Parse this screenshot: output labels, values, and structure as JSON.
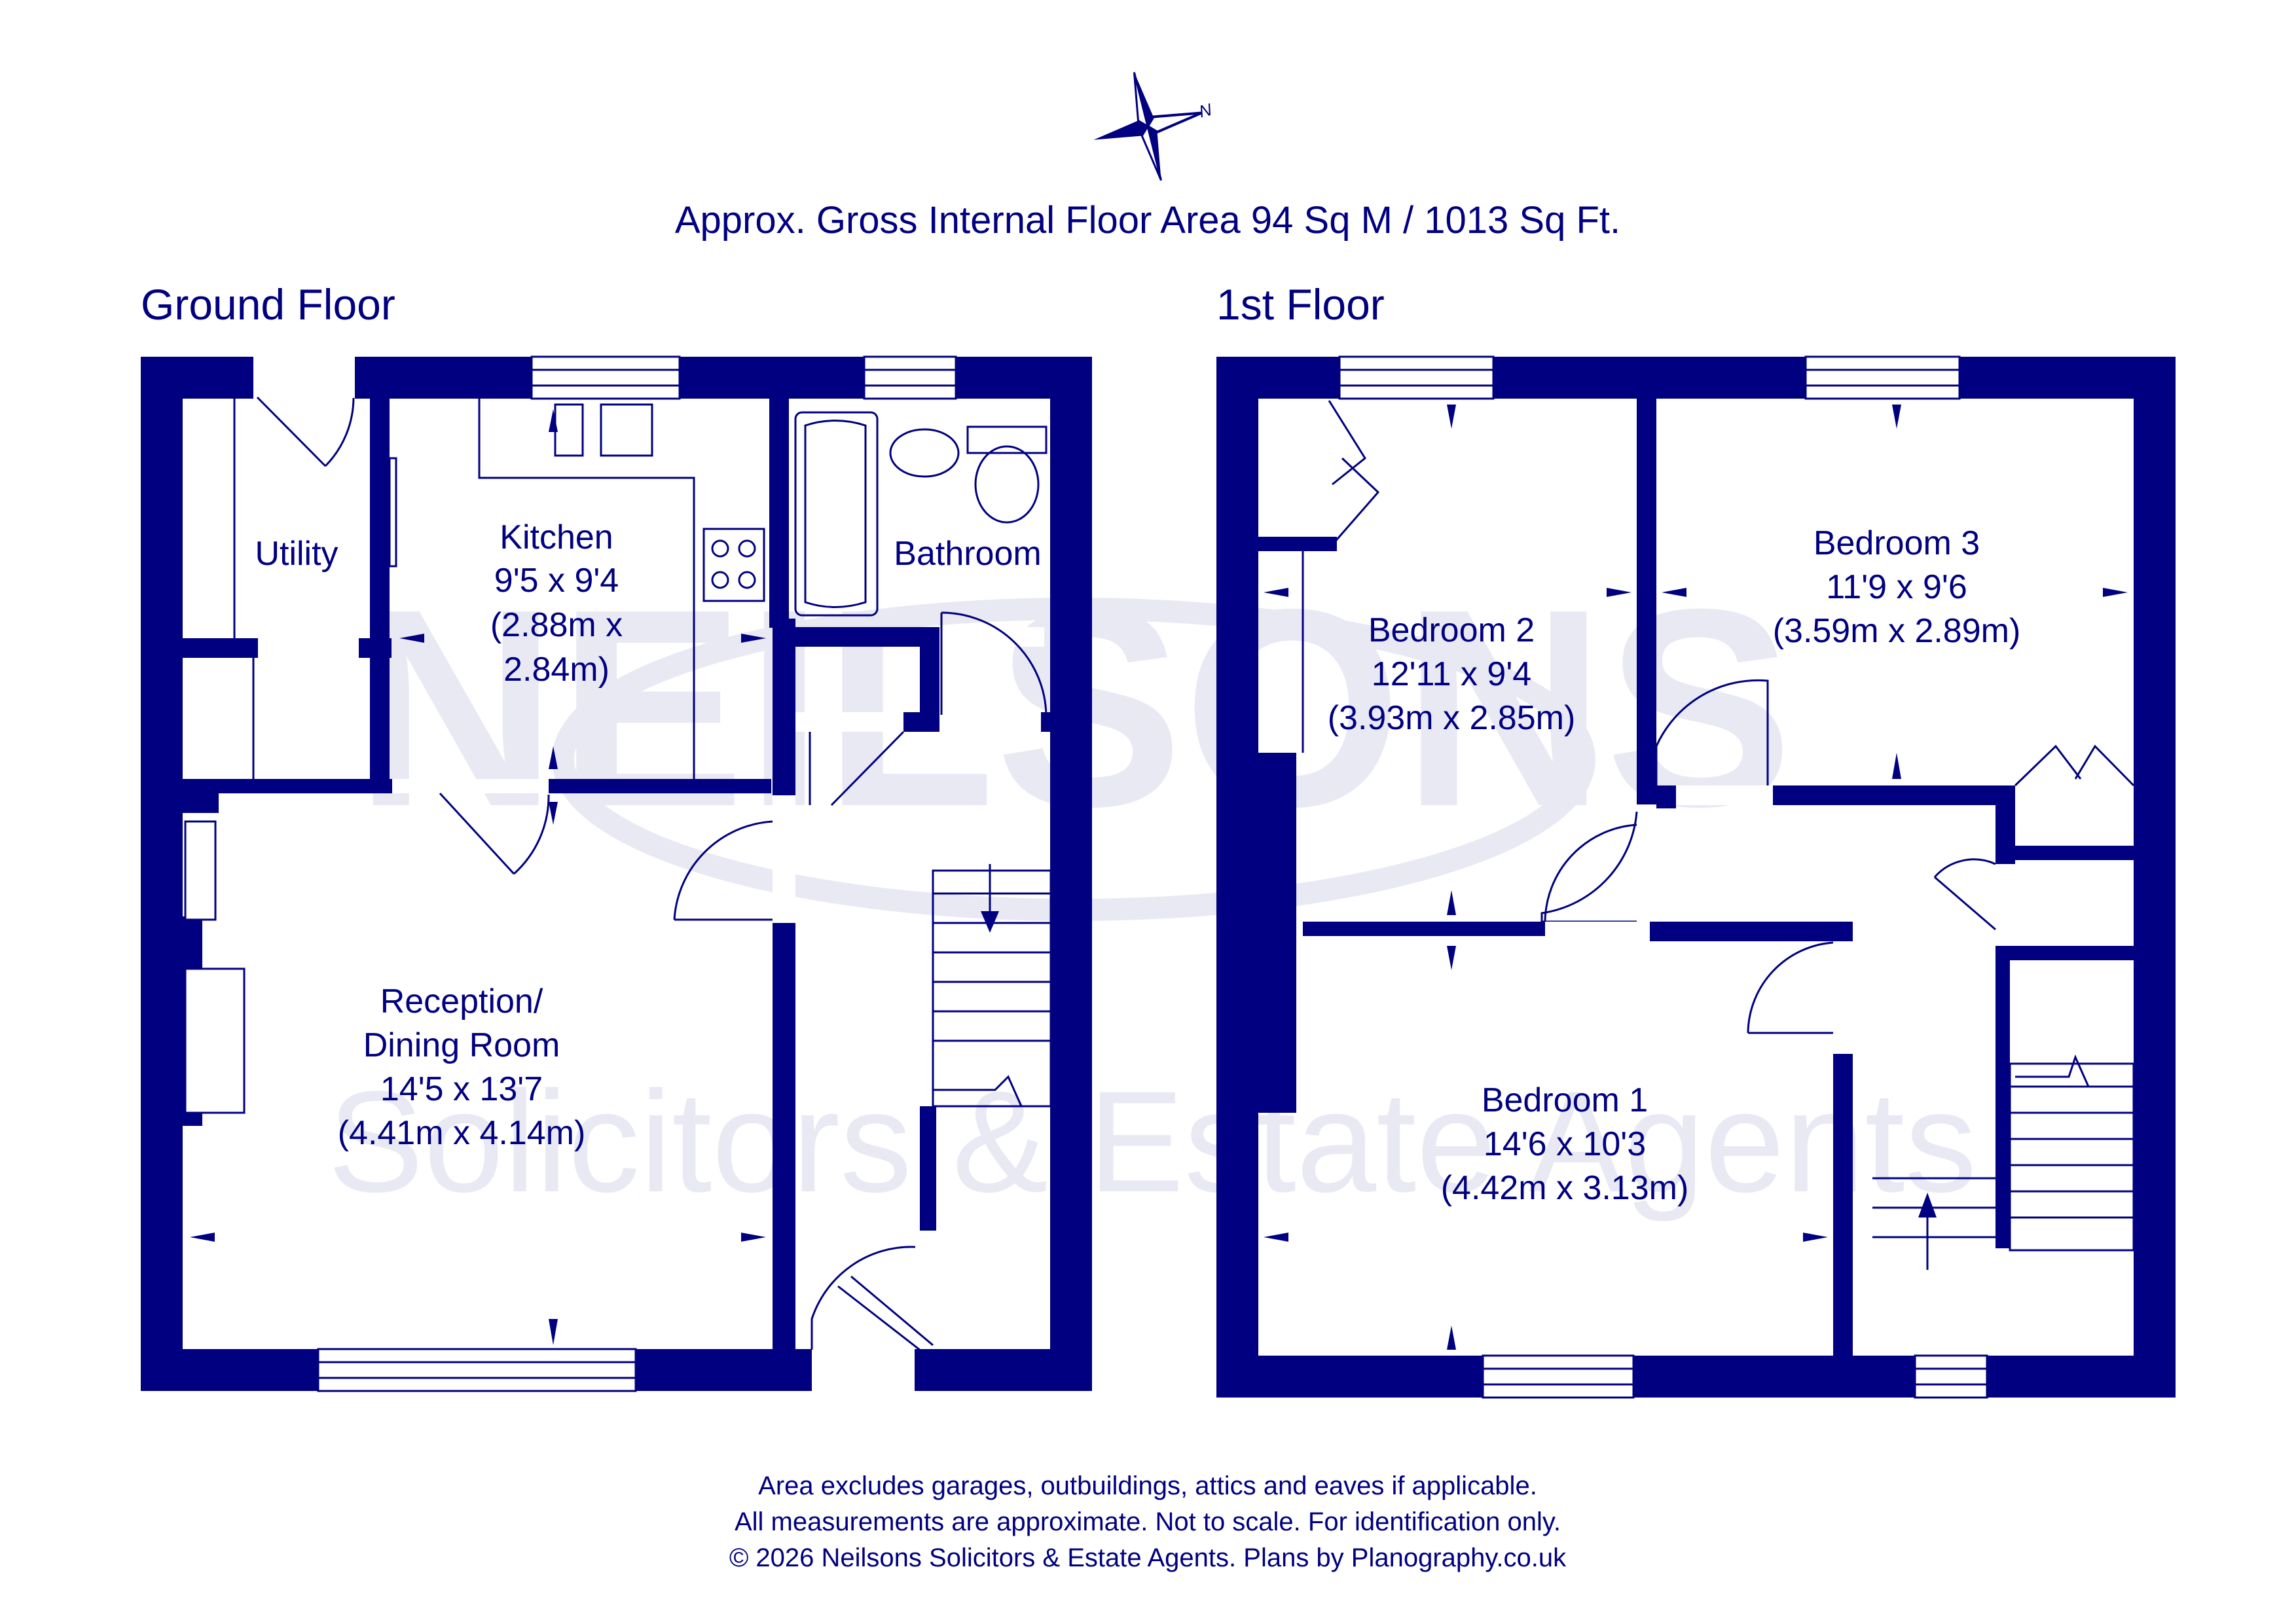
{
  "title": "Approx. Gross Internal Floor Area 94 Sq M / 1013 Sq Ft.",
  "compass_label": "N",
  "watermark": {
    "name": "NEILSONS",
    "tagline": "Solicitors & Estate Agents"
  },
  "ground_floor": {
    "heading": "Ground Floor",
    "utility": {
      "name": "Utility"
    },
    "kitchen": {
      "name": "Kitchen",
      "imperial": "9'5 x 9'4",
      "metric_a": "(2.88m x",
      "metric_b": "2.84m)"
    },
    "bathroom": {
      "name": "Bathroom"
    },
    "reception": {
      "name_a": "Reception/",
      "name_b": "Dining Room",
      "imperial": "14'5 x 13'7",
      "metric": "(4.41m x 4.14m)"
    }
  },
  "first_floor": {
    "heading": "1st Floor",
    "bedroom2": {
      "name": "Bedroom 2",
      "imperial": "12'11 x 9'4",
      "metric": "(3.93m x 2.85m)"
    },
    "bedroom3": {
      "name": "Bedroom 3",
      "imperial": "11'9 x 9'6",
      "metric": "(3.59m x 2.89m)"
    },
    "bedroom1": {
      "name": "Bedroom 1",
      "imperial": "14'6 x 10'3",
      "metric": "(4.42m x 3.13m)"
    }
  },
  "footer": {
    "line1": "Area excludes garages, outbuildings, attics and eaves if applicable.",
    "line2": "All measurements are approximate. Not to scale. For identification only.",
    "line3": "© 2026 Neilsons Solicitors & Estate Agents. Plans by Planography.co.uk"
  },
  "colors": {
    "wall": "#000080",
    "watermark": "#e9e9f4",
    "background": "#ffffff"
  }
}
